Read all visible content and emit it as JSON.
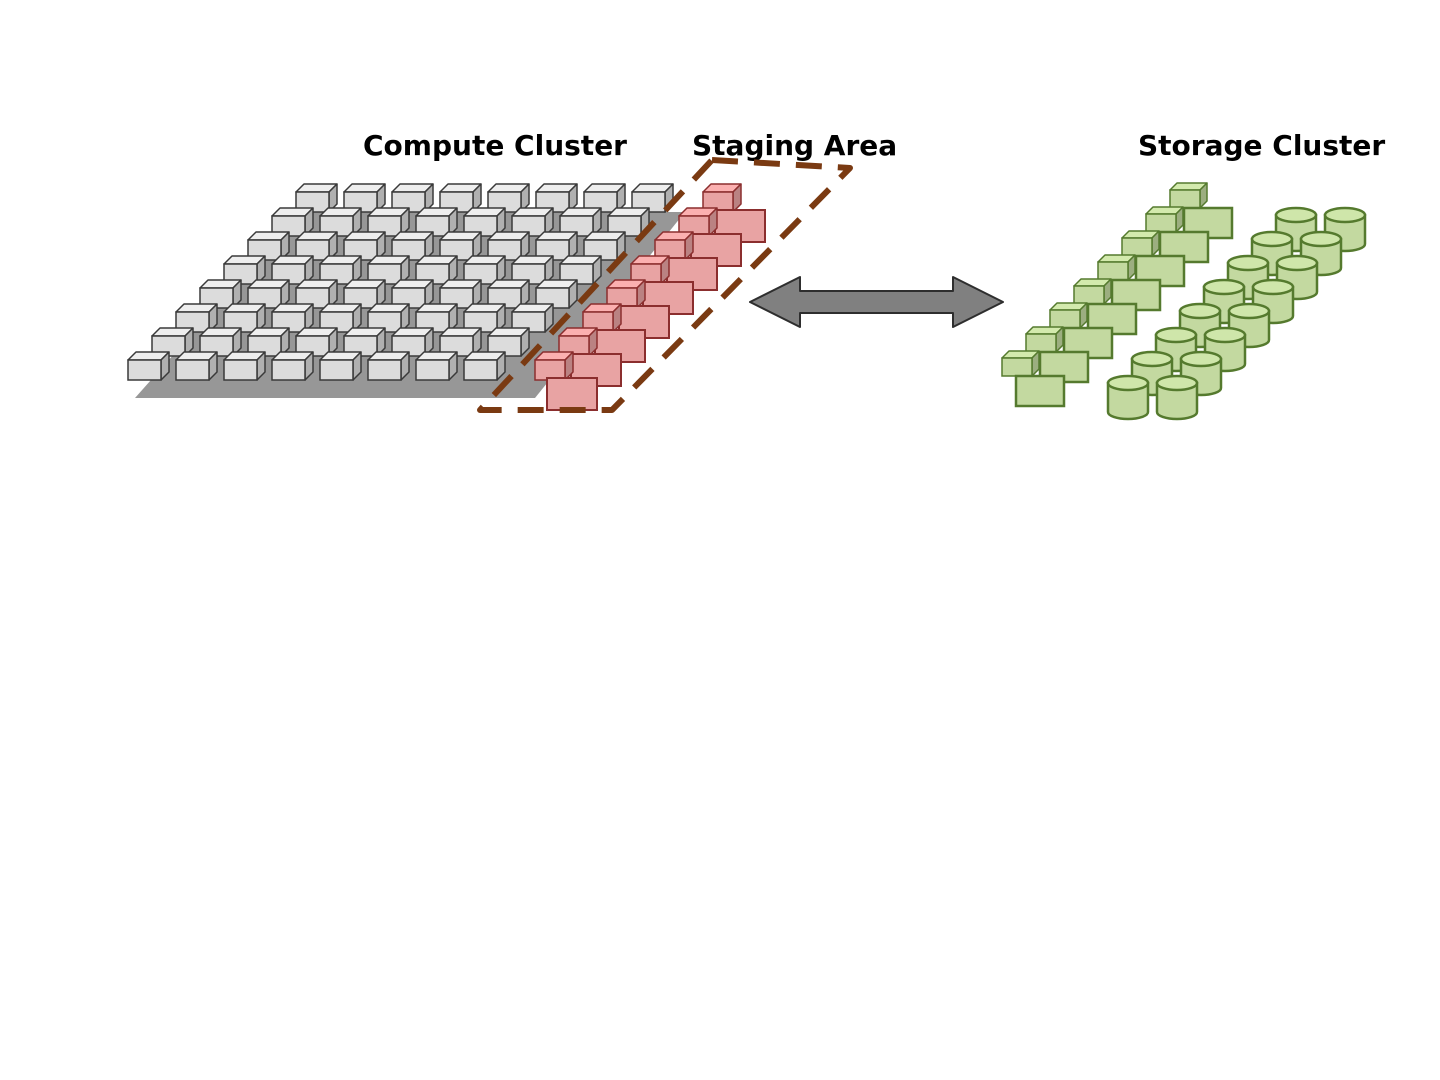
{
  "labels": {
    "compute": "Compute Cluster",
    "staging": "Staging Area",
    "storage": "Storage Cluster"
  },
  "colors": {
    "compute_box": "#dcdcdc",
    "compute_stroke": "#3a3a3a",
    "platform": "#8c8c8c",
    "staging_box": "#e8a3a3",
    "staging_stroke": "#8b2e2e",
    "staging_dash": "#7a3a12",
    "storage_fill": "#c3d9a0",
    "storage_stroke": "#557a2e",
    "arrow_fill": "#808080",
    "arrow_stroke": "#2e2e2e"
  },
  "icons": {
    "compute_node": "cube-icon",
    "staging_node": "cube-icon",
    "storage_server": "server-box-icon",
    "storage_disk": "disk-cylinder-icon",
    "connection": "double-arrow-icon"
  },
  "compute_grid": {
    "rows": 8,
    "columns": 8
  },
  "staging_nodes": 8,
  "storage": {
    "server_nodes": 8,
    "disk_columns": 2,
    "disks_per_column": 8
  }
}
